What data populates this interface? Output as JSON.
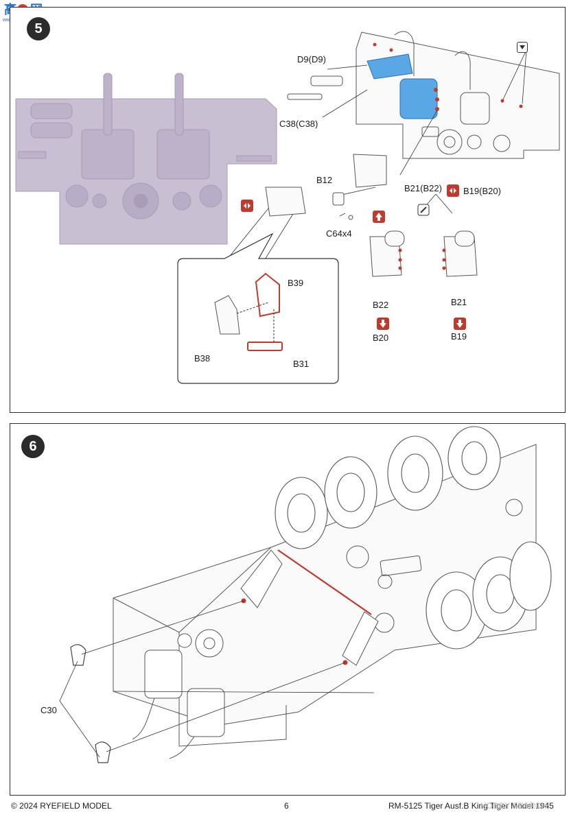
{
  "watermark": {
    "text": "高手网",
    "url_text": "www.hobbyshop.cn"
  },
  "step5": {
    "number": "5",
    "labels": {
      "d9": "D9(D9)",
      "c38": "C38(C38)",
      "b12": "B12",
      "c64": "C64x4",
      "b21b22": "B21(B22)",
      "b19b20": "B19(B20)",
      "b39": "B39",
      "b38": "B38",
      "b31": "B31",
      "b22": "B22",
      "b21": "B21",
      "b20": "B20",
      "b19": "B19"
    }
  },
  "step6": {
    "number": "6",
    "labels": {
      "c30": "C30"
    }
  },
  "footer": {
    "copyright": "© 2024 RYEFIELD MODEL",
    "page": "6",
    "product": "RM-5125 Tiger Ausf.B King Tiger Model 1945",
    "search_watermark": "HOBBY SEARCH"
  },
  "colors": {
    "accent_red": "#c0392b",
    "highlight_blue": "#5aa7e6",
    "preview_lilac": "#c8bfd3"
  }
}
